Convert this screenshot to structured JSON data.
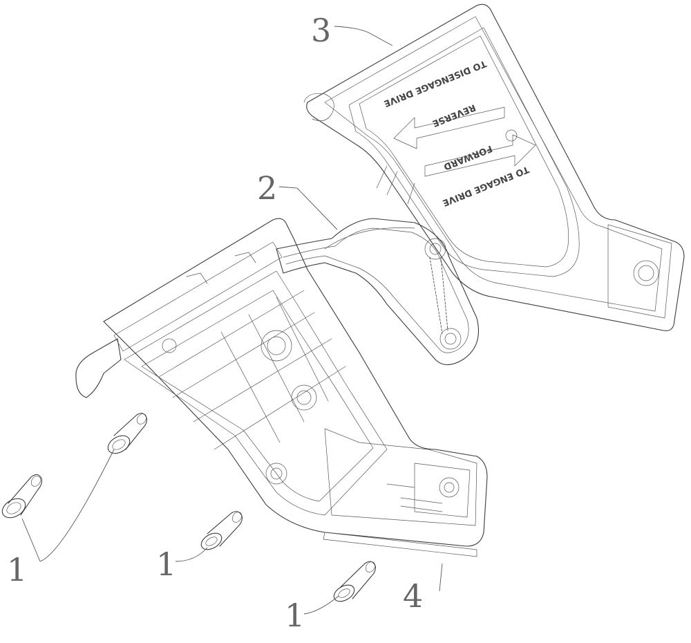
{
  "callouts": {
    "c1a": "1",
    "c1b": "1",
    "c1c": "1",
    "c2": "2",
    "c3": "3",
    "c4": "4"
  },
  "decal": {
    "line_top": "TO ENGAGE DRIVE",
    "forward": "FORWARD",
    "reverse": "REVERSE",
    "line_bottom": "TO DISENGAGE DRIVE"
  },
  "colors": {
    "line": "#3a3a3a",
    "callout": "#666666"
  }
}
